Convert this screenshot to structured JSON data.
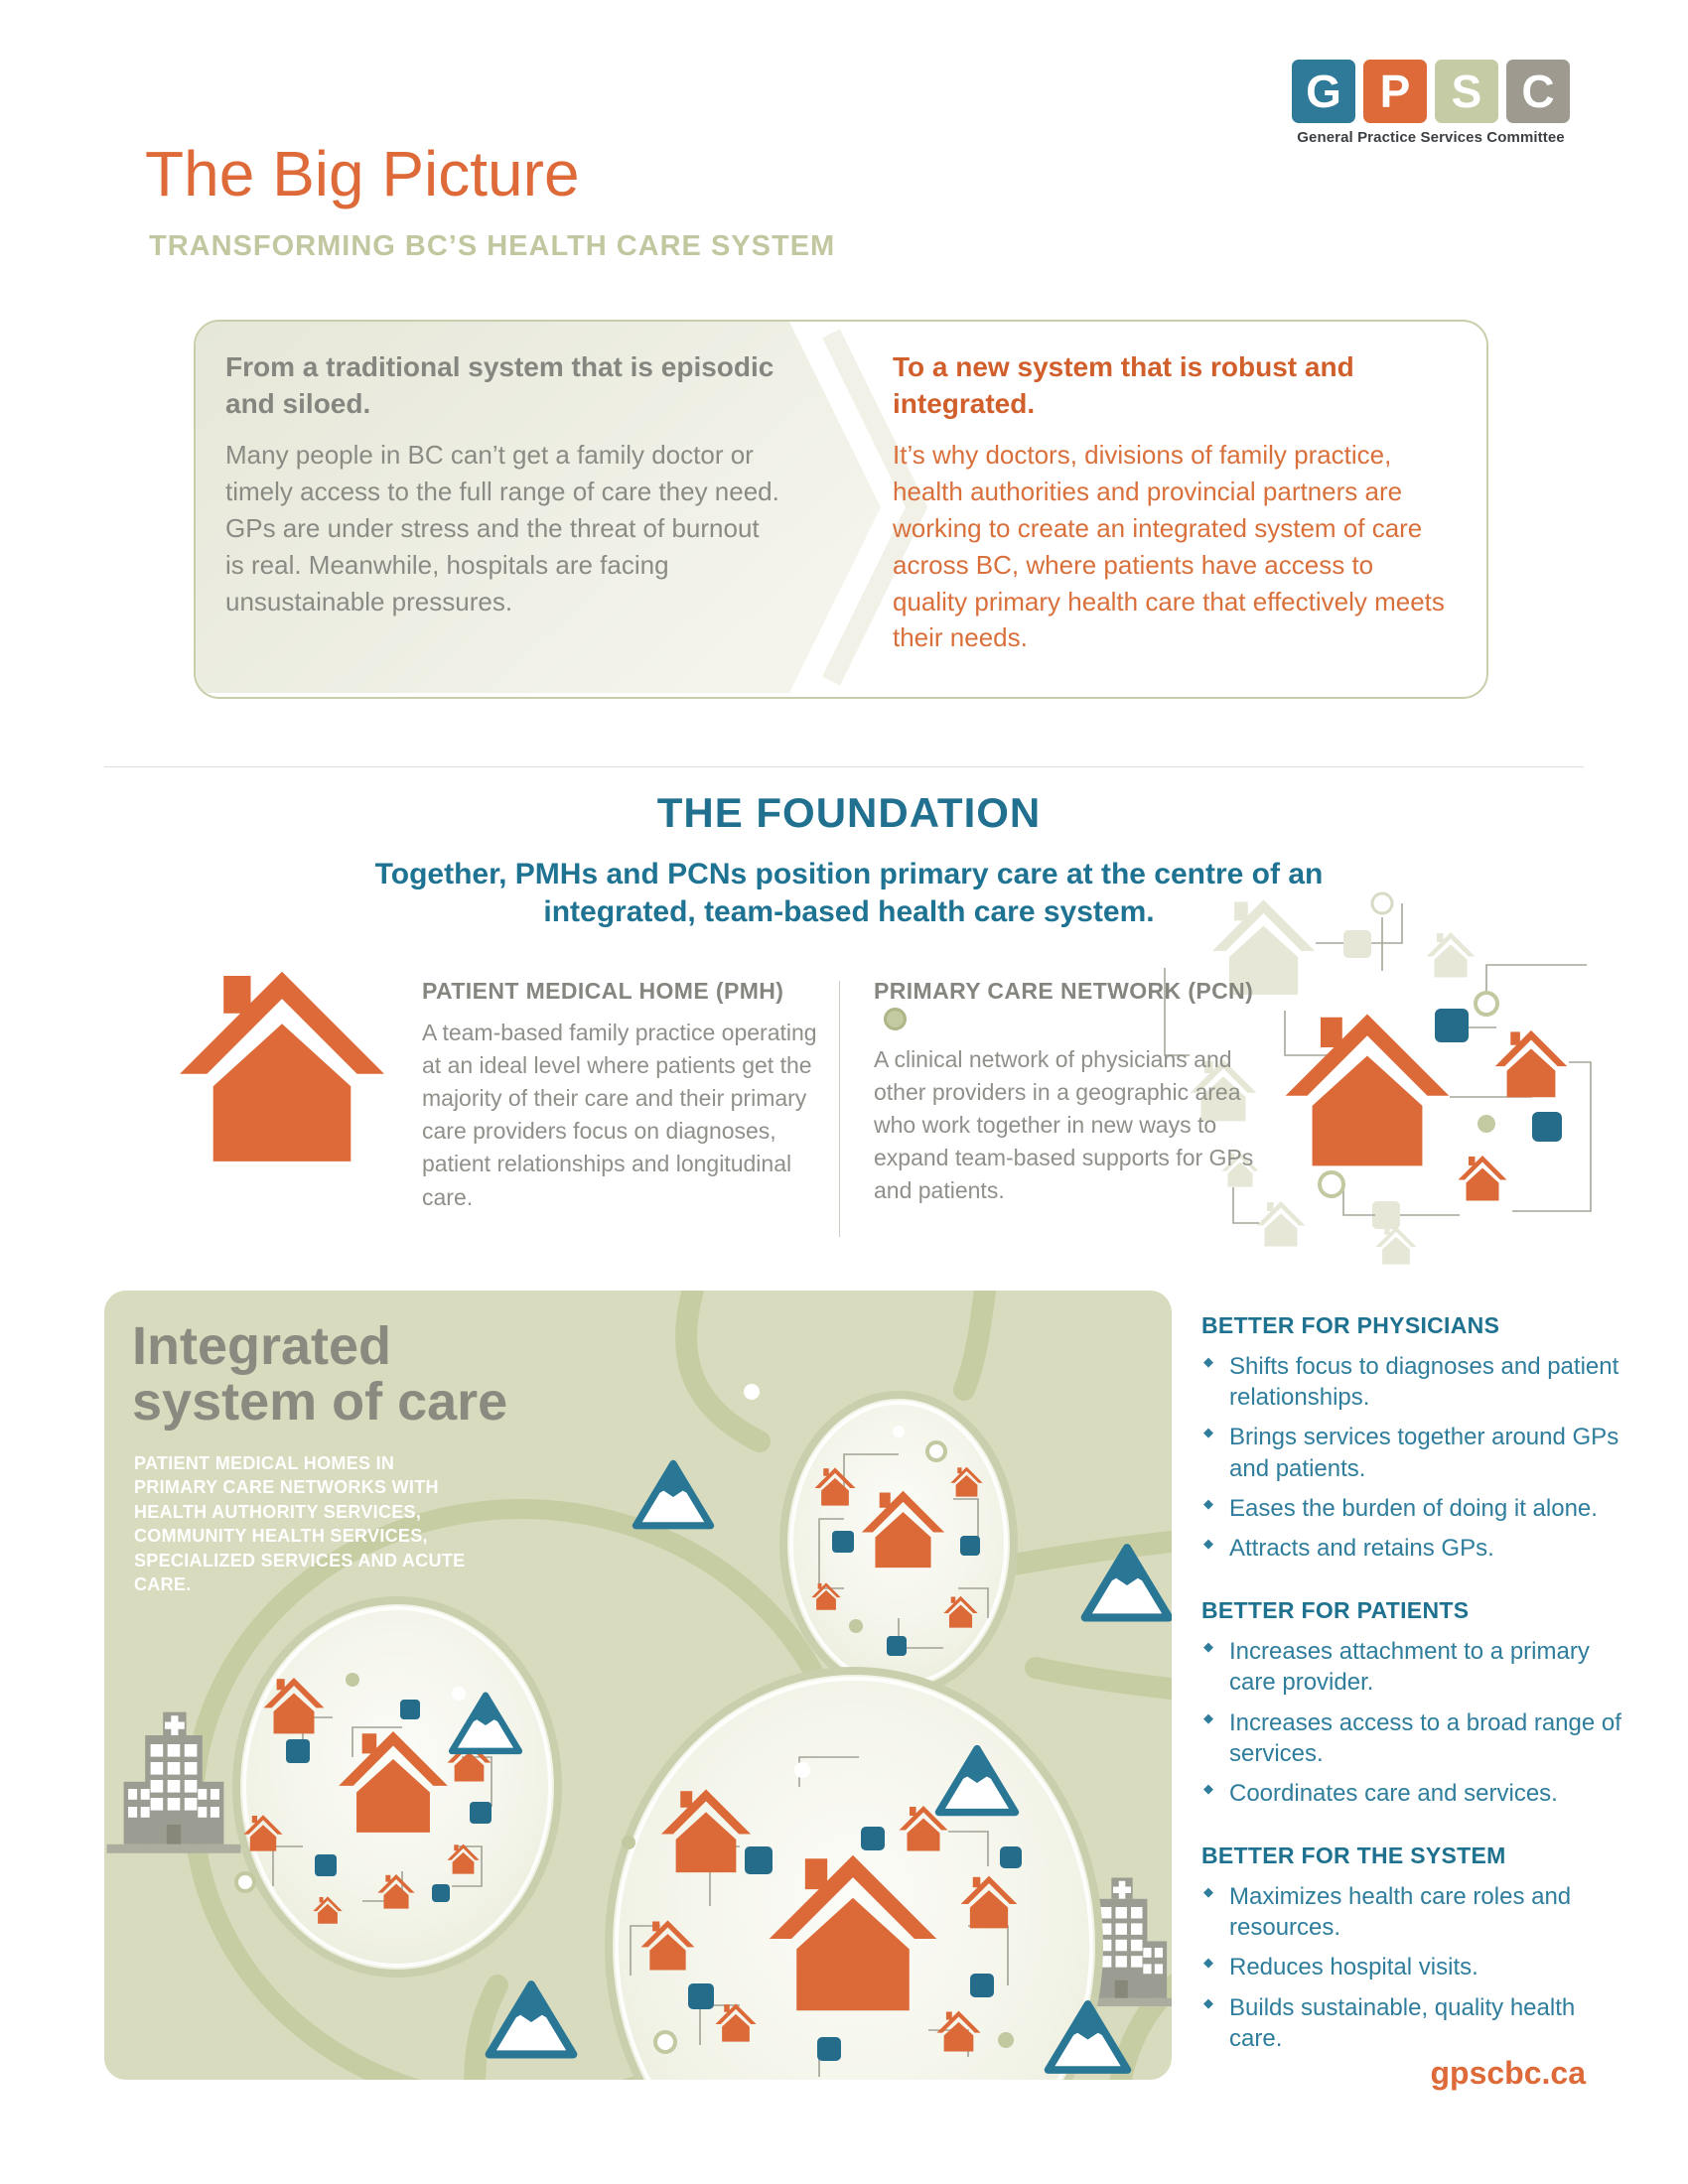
{
  "logo": {
    "letters": [
      {
        "char": "G",
        "color": "#2F7A99"
      },
      {
        "char": "P",
        "color": "#DD6A38"
      },
      {
        "char": "S",
        "color": "#C5CBA5"
      },
      {
        "char": "C",
        "color": "#9E9A90"
      }
    ],
    "caption": "General Practice Services Committee"
  },
  "header": {
    "title": "The Big Picture",
    "subtitle": "TRANSFORMING BC’S HEALTH CARE SYSTEM"
  },
  "comparison": {
    "from_heading": "From a traditional system that is episodic and siloed.",
    "from_body": "Many people in BC can’t get a family doctor or timely access to the full range of care they need. GPs are under stress and the threat of burnout is real. Meanwhile, hospitals are facing unsustainable pressures.",
    "to_heading": "To a new system that is robust and integrated.",
    "to_body": "It’s why doctors, divisions of family practice, health authorities and provincial partners are working to create an integrated system of care across BC, where patients have access to quality primary health care that effectively meets their needs."
  },
  "foundation": {
    "title": "THE FOUNDATION",
    "subtitle": "Together, PMHs and PCNs position primary care at the centre of an integrated, team-based health care system.",
    "pmh_heading": "PATIENT MEDICAL HOME (PMH)",
    "pmh_body": "A team-based family practice operating at an ideal level where patients get the majority of their care and their primary care providers focus on diagnoses, patient relationships and longitudinal care.",
    "pcn_heading": "PRIMARY CARE NETWORK (PCN)",
    "pcn_body": "A clinical network of physicians and other providers in a geographic area who work together in new ways to expand team-based supports for GPs and patients."
  },
  "map": {
    "title_line1": "Integrated",
    "title_line2": "system of care",
    "caption": "PATIENT MEDICAL HOMES IN PRIMARY CARE NETWORKS WITH HEALTH AUTHORITY SERVICES, COMMUNITY HEALTH SERVICES, SPECIALIZED SERVICES AND ACUTE CARE."
  },
  "bullet_glyph": "◆",
  "benefits": [
    {
      "heading": "BETTER FOR PHYSICIANS",
      "items": [
        "Shifts focus to diagnoses and patient relationships.",
        "Brings services together around GPs and patients.",
        "Eases the burden of doing it alone.",
        "Attracts and retains GPs."
      ]
    },
    {
      "heading": "BETTER FOR PATIENTS",
      "items": [
        "Increases attachment to a primary care provider.",
        "Increases access to a broad range of services.",
        "Coordinates care and services."
      ]
    },
    {
      "heading": "BETTER FOR THE SYSTEM",
      "items": [
        "Maximizes health care roles and resources.",
        "Reduces hospital visits.",
        "Builds sustainable, quality health care."
      ]
    }
  ],
  "footer": {
    "website": "gpscbc.ca"
  },
  "colors": {
    "orange": "#DD6A38",
    "orange_text": "#D9703B",
    "teal": "#1F7392",
    "teal_square": "#256C8B",
    "sage": "#C3C8A2",
    "panel_sage": "#D8DBBD",
    "gray_text": "#8A8B84",
    "hospital_gray": "#9C9D92"
  }
}
